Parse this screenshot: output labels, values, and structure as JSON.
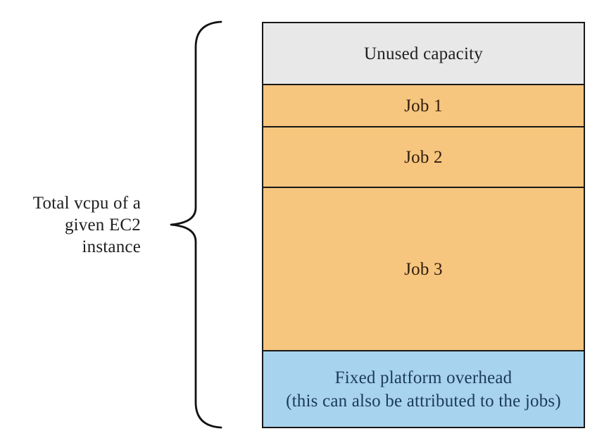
{
  "diagram": {
    "background": "#ffffff",
    "border_color": "#181818",
    "brace_color": "#131313",
    "left_label": {
      "line1": "Total vcpu of a",
      "line2": "given EC2",
      "line3": "instance",
      "text_color": "#1f1f1f"
    },
    "segments": [
      {
        "id": "unused-capacity",
        "label": "Unused capacity",
        "color": "#e8e8e8",
        "text_color": "#1f1f1f"
      },
      {
        "id": "job-1",
        "label": "Job 1",
        "color": "#f6c57e",
        "text_color": "#2f1c0d"
      },
      {
        "id": "job-2",
        "label": "Job 2",
        "color": "#f6c57e",
        "text_color": "#2f1c0d"
      },
      {
        "id": "job-3",
        "label": "Job 3",
        "color": "#f6c57e",
        "text_color": "#2f1c0d"
      },
      {
        "id": "fixed-platform-overhead",
        "label": "Fixed platform overhead",
        "sublabel": "(this can also be attributed to the jobs)",
        "color": "#a8d3ee",
        "text_color": "#1b3a58"
      }
    ]
  }
}
